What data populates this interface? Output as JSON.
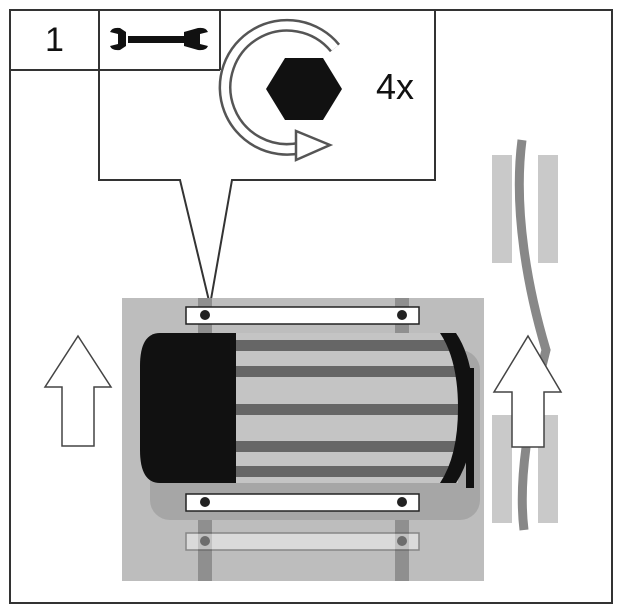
{
  "step": {
    "number": "1"
  },
  "callout": {
    "tool_icon": "wrench-icon",
    "action_icon": "tighten-hex-bolt-clockwise-icon",
    "repeat_count": "4x"
  },
  "diagram": {
    "subject": "motor-mounting-bracket-bolts",
    "direction_icons": [
      "up-arrow-icon",
      "up-arrow-icon"
    ]
  }
}
